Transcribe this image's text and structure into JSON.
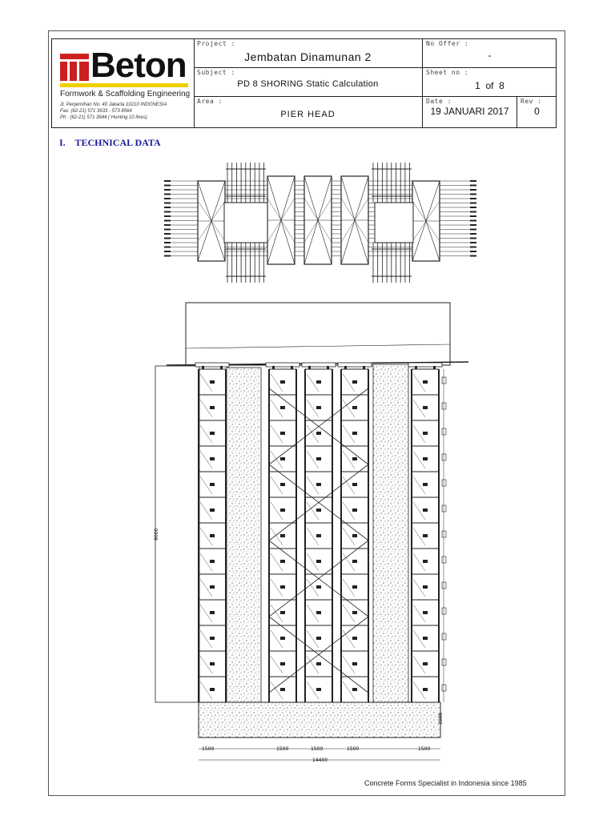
{
  "company": {
    "name": "Beton",
    "tagline": "Formwork & Scaffolding Engineering",
    "address_lines": [
      "Jl. Penjernihan No. 40 Jakarta 10210 INDONESIA",
      "Fax. (62-21) 571 3633 - 573 8564",
      "Ph : (62-21) 571 3644 ( Hunting 10 lines)"
    ],
    "accent_color": "#cc1f1f",
    "bar_color": "#f0d000"
  },
  "title_block": {
    "project_label": "Project :",
    "project_value": "Jembatan Dinamunan 2",
    "subject_label": "Subject :",
    "subject_value": "PD 8 SHORING Static Calculation",
    "area_label": "Area :",
    "area_value": "PIER HEAD",
    "offer_label": "No Offer :",
    "offer_value": "-",
    "sheet_label": "Sheet no :",
    "sheet_value": "1  of  8",
    "date_label": "Date :",
    "date_value": "19 JANUARI 2017",
    "rev_label": "Rev :",
    "rev_value": "0"
  },
  "section": {
    "title": "I.    TECHNICAL DATA"
  },
  "drawing": {
    "dimensions": [
      "1500",
      "1500",
      "1500",
      "1500",
      "1500"
    ],
    "total_width": "14400",
    "height_label": "9000",
    "base_label": "1000"
  },
  "footer": {
    "text": "Concrete Forms Specialist in Indonesia since 1985"
  }
}
